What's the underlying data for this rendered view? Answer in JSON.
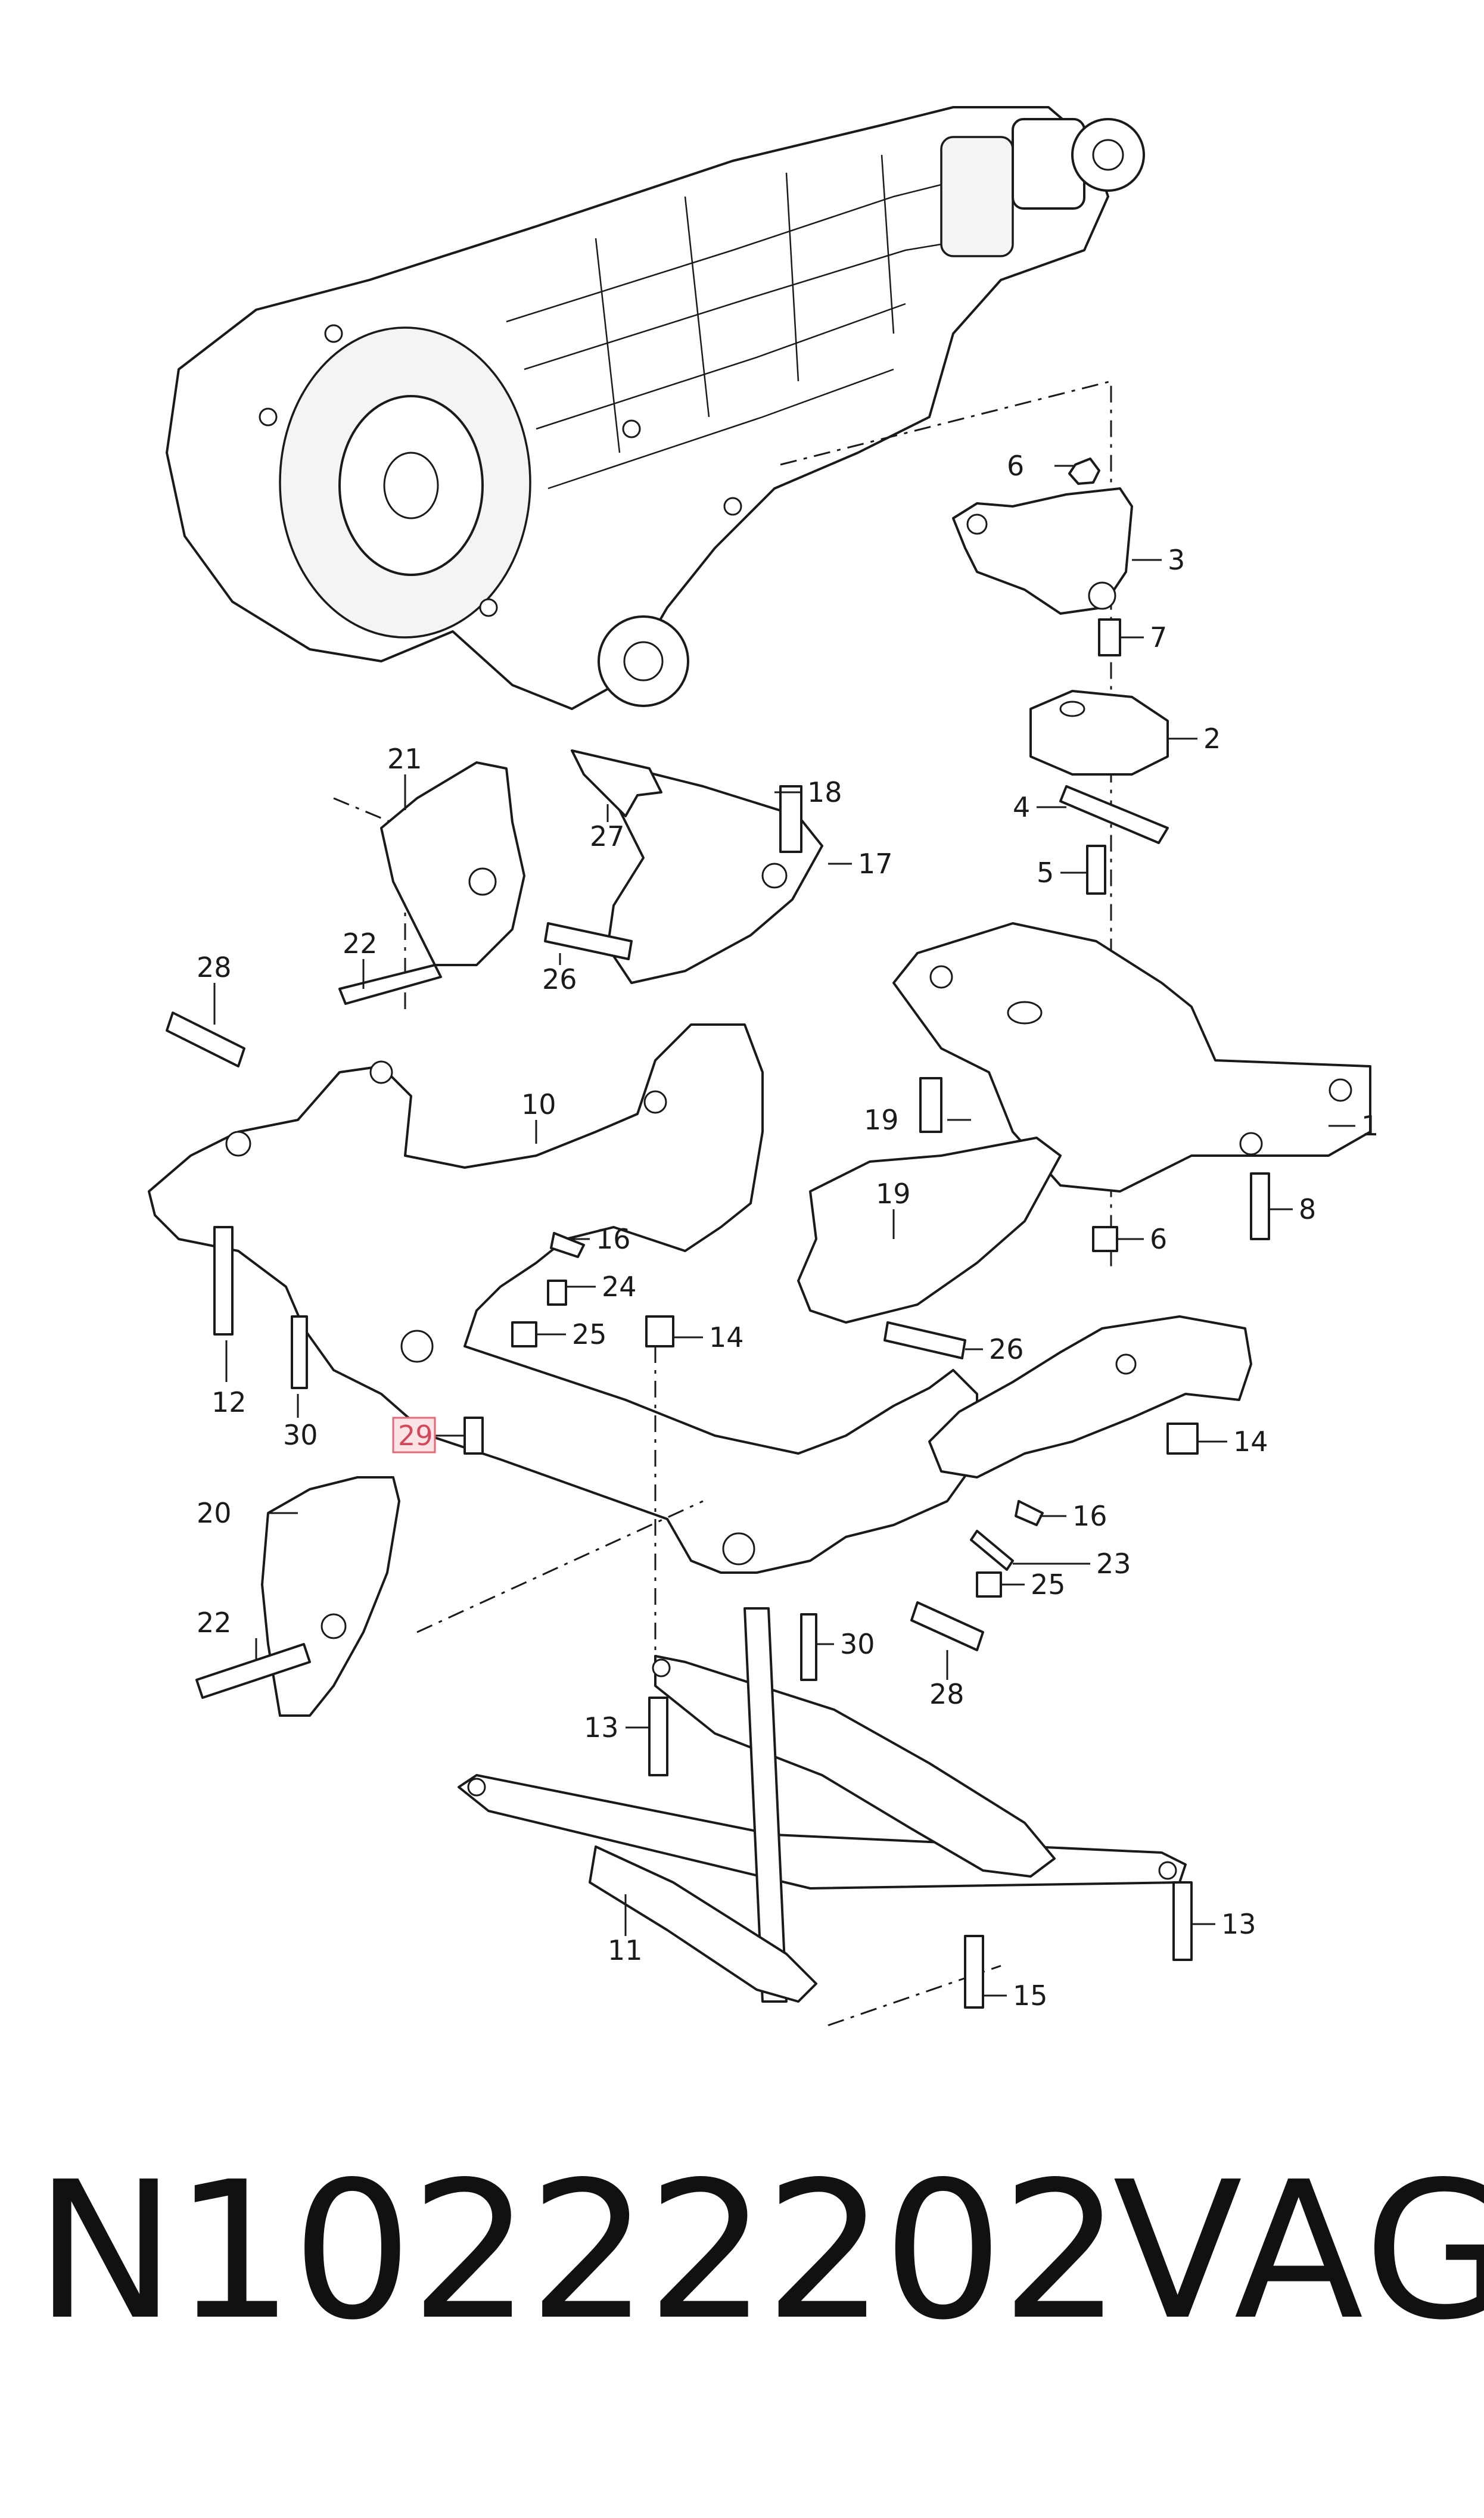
{
  "diagram": {
    "callouts": [
      "1",
      "2",
      "3",
      "4",
      "5",
      "6",
      "6",
      "7",
      "8",
      "10",
      "11",
      "12",
      "13",
      "13",
      "14",
      "14",
      "15",
      "16",
      "16",
      "17",
      "18",
      "19",
      "19",
      "20",
      "21",
      "22",
      "22",
      "23",
      "24",
      "25",
      "25",
      "26",
      "26",
      "27",
      "28",
      "28",
      "29",
      "30",
      "30"
    ],
    "highlighted_callout": "29",
    "highlight_color": "#e06a78"
  },
  "footer": {
    "part_number": "N10222202",
    "brand": "VAG"
  }
}
